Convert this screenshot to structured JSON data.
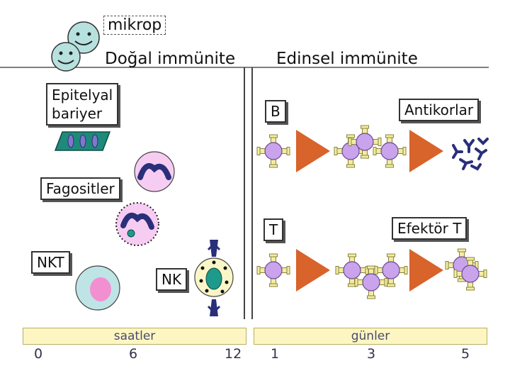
{
  "mikrop_label": "mikrop",
  "innate": {
    "heading": "Doğal immünite",
    "epithelial_label": "Epitelyal\nbariyer",
    "phagocytes_label": "Fagositler",
    "nkt_label": "NKT",
    "nk_label": "NK"
  },
  "adaptive": {
    "heading": "Edinsel immünite",
    "b_label": "B",
    "antibodies_label": "Antikorlar",
    "t_label": "T",
    "effector_t_label": "Efektör T"
  },
  "timeline": {
    "left_band": "saatler",
    "right_band": "günler",
    "left_ticks": [
      "0",
      "6",
      "12"
    ],
    "right_ticks": [
      "1",
      "3",
      "5"
    ]
  },
  "colors": {
    "cell_purple": "#c9a3ec",
    "receptor_yellow": "#f2eda0",
    "arrow_orange": "#d8632b",
    "phagocyte_pink": "#f7ccf2",
    "nucleus_navy": "#2a2f7a",
    "band_yellow": "#fdf6c3"
  }
}
